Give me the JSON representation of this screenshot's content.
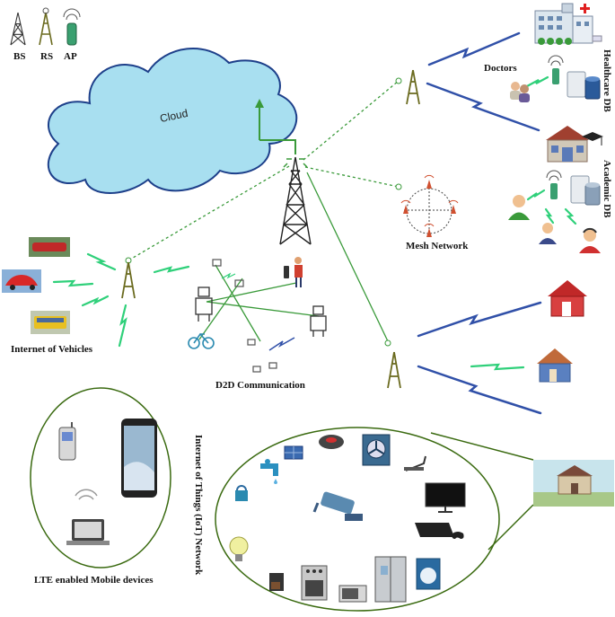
{
  "legend": {
    "bs": "BS",
    "rs": "RS",
    "ap": "AP"
  },
  "labels": {
    "cloud": "Cloud",
    "doctors": "Doctors",
    "healthcare_db": "Healthcare DB",
    "academic_db": "Academic DB",
    "mesh_network": "Mesh Network",
    "internet_of_vehicles": "Internet of Vehicles",
    "d2d_communication": "D2D Communication",
    "iot_network": "Internet of Things (IoT) Network",
    "lte_devices": "LTE enabled Mobile devices"
  },
  "colors": {
    "cloud_fill": "#a8dff0",
    "cloud_stroke": "#1d3f8a",
    "link_green": "#3a9a3a",
    "lightning_blue": "#3050a8",
    "lightning_green": "#2fd07a",
    "ellipse_stroke": "#3a6a10"
  }
}
